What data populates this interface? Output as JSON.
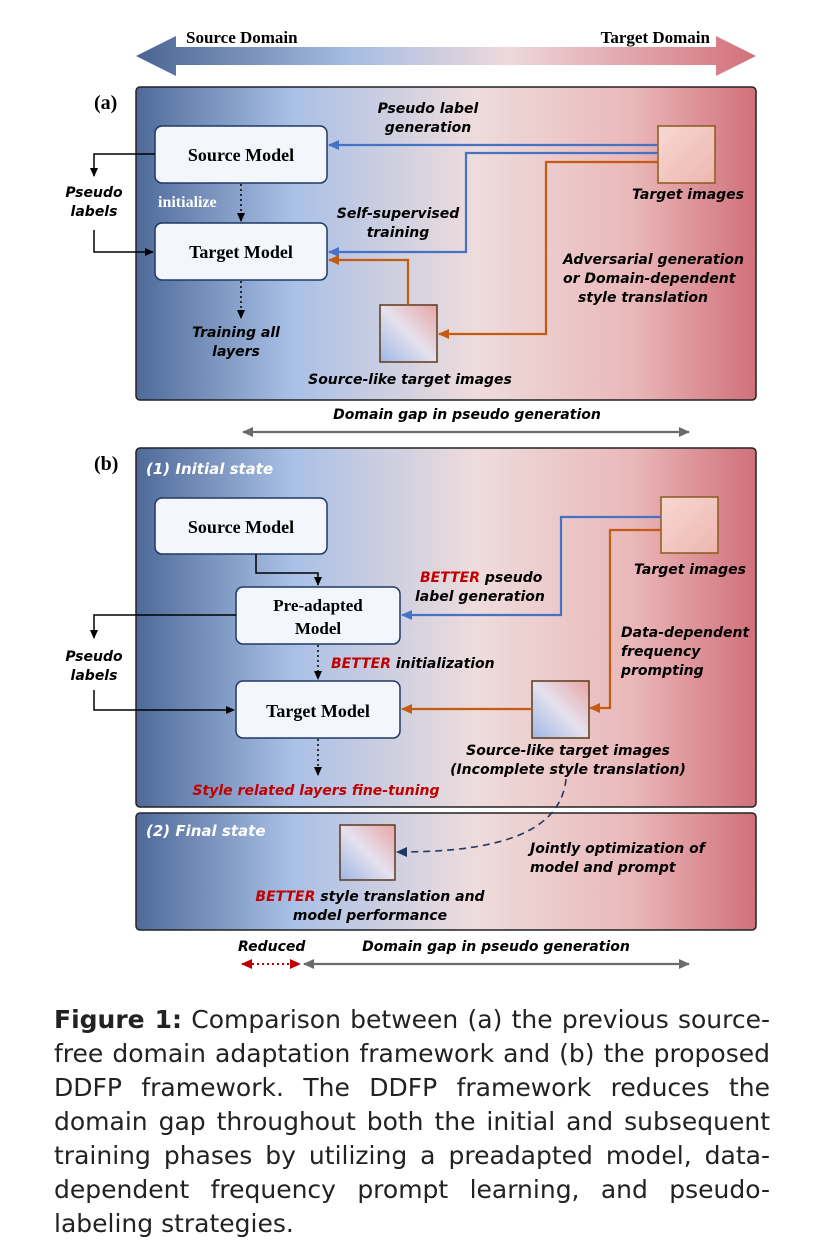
{
  "header": {
    "source_domain": "Source Domain",
    "target_domain": "Target Domain"
  },
  "panel_a": {
    "label": "(a)",
    "source_model": "Source Model",
    "target_model": "Target Model",
    "initialize": "initialize",
    "pseudo_labels_1": "Pseudo",
    "pseudo_labels_2": "labels",
    "training_all_1": "Training all",
    "training_all_2": "layers",
    "pseudo_gen_1": "Pseudo label",
    "pseudo_gen_2": "generation",
    "self_sup_1": "Self-supervised",
    "self_sup_2": "training",
    "target_images": "Target images",
    "adv_1": "Adversarial generation",
    "adv_2": "or Domain-dependent",
    "adv_3": "style translation",
    "source_like": "Source-like target images",
    "domain_gap": "Domain gap in pseudo generation"
  },
  "panel_b": {
    "label": "(b)",
    "initial_state": "(1) Initial state",
    "source_model": "Source Model",
    "pre_adapted_1": "Pre-adapted",
    "pre_adapted_2": "Model",
    "target_model": "Target Model",
    "better": "BETTER",
    "better_pseudo_1": " pseudo",
    "better_pseudo_2": "label generation",
    "better_init": " initialization",
    "target_images": "Target images",
    "ddfp_1": "Data-dependent",
    "ddfp_2": "frequency",
    "ddfp_3": "prompting",
    "pseudo_labels_1": "Pseudo",
    "pseudo_labels_2": "labels",
    "source_like_1": "Source-like target images",
    "source_like_2": "(Incomplete style translation)",
    "style_layers": "Style related layers fine-tuning",
    "final_state": "(2) Final state",
    "jointly_1": "Jointly optimization of",
    "jointly_2": "model and prompt",
    "better_style_1": " style translation and",
    "better_style_2": "model performance",
    "reduced": "Reduced",
    "domain_gap": "Domain gap in pseudo generation"
  },
  "caption": {
    "label": "Figure 1:",
    "text": " Comparison between (a) the previous source-free domain adaptation framework and (b) the proposed DDFP framework. The DDFP framework reduces the domain gap throughout both the initial and subsequent training phases by utilizing a preadapted model, data-dependent frequency prompt learning, and pseudo-labeling strategies."
  },
  "colors": {
    "source_blue": "#4a6a9a",
    "target_red": "#d4727a",
    "arrow_blue": "#4472c4",
    "arrow_orange": "#c55a11",
    "better_red": "#c00000"
  }
}
